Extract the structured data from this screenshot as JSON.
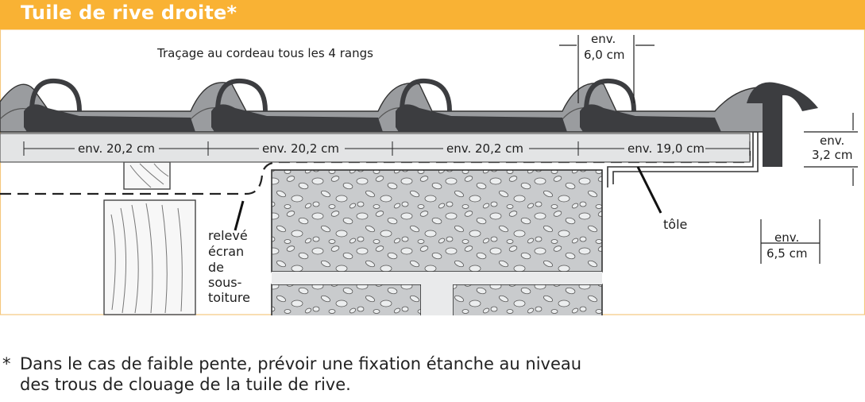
{
  "title": "Tuile de rive droite*",
  "labels": {
    "chalk_line": "Traçage au cordeau tous les 4 rangs",
    "dim_6": [
      "env.",
      "6,0 cm"
    ],
    "dim_32": [
      "env.",
      "3,2 cm"
    ],
    "dim_65": [
      "env.",
      "6,5 cm"
    ],
    "spacing": [
      "env. 20,2 cm",
      "env. 20,2 cm",
      "env. 20,2 cm",
      "env. 19,0 cm"
    ],
    "sheet": "tôle",
    "underlay": [
      "relevé",
      "écran",
      "de",
      "sous-",
      "toiture"
    ]
  },
  "footnote": {
    "star": "*",
    "line1": "Dans le cas de faible pente, prévoir une fixation étanche au niveau",
    "line2": "des trous de clouage de la tuile de rive."
  },
  "colors": {
    "header": "#f9b234",
    "frame": "#f5c77e",
    "tile_dark": "#3c3d40",
    "tile_light": "#9a9c9f",
    "batten": "#e3e4e5",
    "block": "#c9cbcd",
    "speckle": "#eceeef"
  }
}
